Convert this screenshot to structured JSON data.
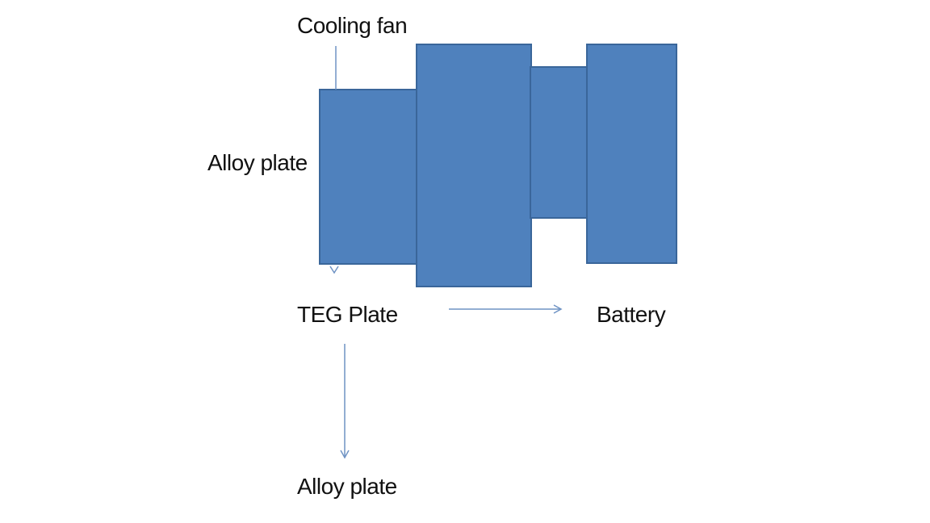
{
  "labels": {
    "cooling_fan": "Cooling fan",
    "alloy_plate_top": "Alloy plate",
    "teg_plate": "TEG Plate",
    "battery": "Battery",
    "alloy_plate_bottom": "Alloy plate"
  },
  "colors": {
    "block_fill": "#4f81bd",
    "block_stroke": "#3a669a",
    "connector": "#6f93c4",
    "text": "#111111"
  }
}
